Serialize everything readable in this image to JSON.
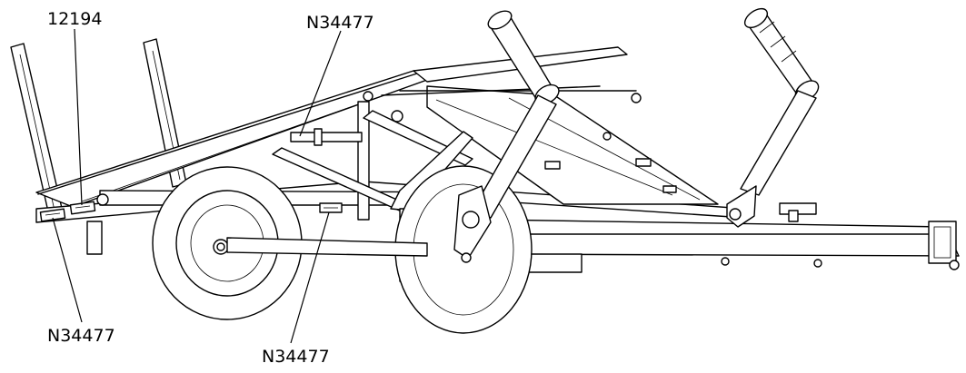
{
  "callouts": {
    "part_12194": "12194",
    "decal_top": "N34477",
    "decal_left": "N34477",
    "decal_bottom": "N34477"
  }
}
